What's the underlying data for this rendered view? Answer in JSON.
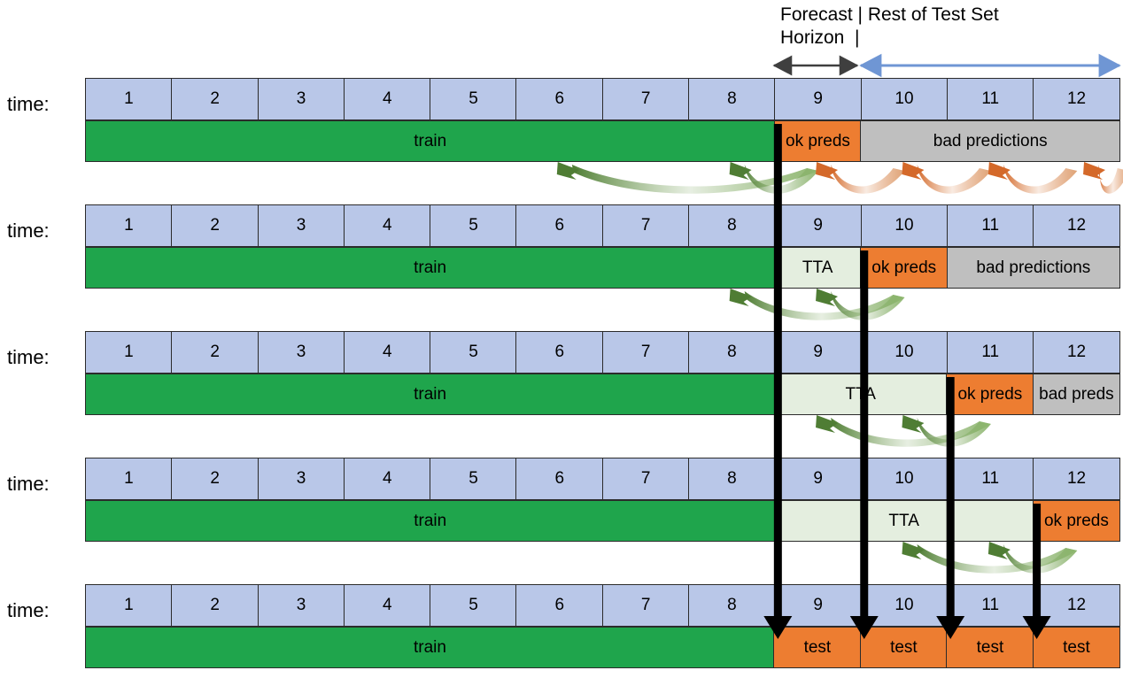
{
  "header": {
    "line1": "Forecast | Rest of Test Set",
    "line2": "Horizon  |",
    "forecast_arrow_label": "forecast-horizon-span",
    "rest_arrow_label": "rest-of-test-set-span"
  },
  "labels": {
    "time": "time:",
    "train": "train",
    "tta": "TTA",
    "ok_preds": "ok preds",
    "bad_predictions": "bad predictions",
    "bad_preds": "bad preds",
    "test": "test"
  },
  "colors": {
    "time_cell": "#b9c7e8",
    "train": "#1fa54c",
    "tta": "#e4eedf",
    "ok_preds": "#ed7d31",
    "bad": "#bfbfbf",
    "test": "#ed7d31",
    "border": "#2b2b2b",
    "green_arrow": "#4f7d34",
    "orange_arrow": "#d4692a",
    "blue_arrow": "#6f96d4",
    "black_arrow": "#000000"
  },
  "timesteps": [
    "1",
    "2",
    "3",
    "4",
    "5",
    "6",
    "7",
    "8",
    "9",
    "10",
    "11",
    "12"
  ],
  "rows": [
    {
      "name": "row-1",
      "label": "time:",
      "segments": [
        {
          "text": "train",
          "span": 8,
          "kind": "train"
        },
        {
          "text": "ok preds",
          "span": 1,
          "kind": "ok"
        },
        {
          "text": "bad predictions",
          "span": 3,
          "kind": "bad"
        }
      ]
    },
    {
      "name": "row-2",
      "label": "time:",
      "segments": [
        {
          "text": "train",
          "span": 8,
          "kind": "train"
        },
        {
          "text": "TTA",
          "span": 1,
          "kind": "tta"
        },
        {
          "text": "ok preds",
          "span": 1,
          "kind": "ok"
        },
        {
          "text": "bad predictions",
          "span": 2,
          "kind": "bad"
        }
      ]
    },
    {
      "name": "row-3",
      "label": "time:",
      "segments": [
        {
          "text": "train",
          "span": 8,
          "kind": "train"
        },
        {
          "text": "TTA",
          "span": 2,
          "kind": "tta"
        },
        {
          "text": "ok preds",
          "span": 1,
          "kind": "ok"
        },
        {
          "text": "bad preds",
          "span": 1,
          "kind": "bad"
        }
      ]
    },
    {
      "name": "row-4",
      "label": "time:",
      "segments": [
        {
          "text": "train",
          "span": 8,
          "kind": "train"
        },
        {
          "text": "TTA",
          "span": 3,
          "kind": "tta"
        },
        {
          "text": "ok preds",
          "span": 1,
          "kind": "ok"
        }
      ]
    },
    {
      "name": "row-5",
      "label": "time:",
      "segments": [
        {
          "text": "train",
          "span": 8,
          "kind": "train"
        },
        {
          "text": "test",
          "span": 1,
          "kind": "test"
        },
        {
          "text": "test",
          "span": 1,
          "kind": "test"
        },
        {
          "text": "test",
          "span": 1,
          "kind": "test"
        },
        {
          "text": "test",
          "span": 1,
          "kind": "test"
        }
      ]
    }
  ]
}
